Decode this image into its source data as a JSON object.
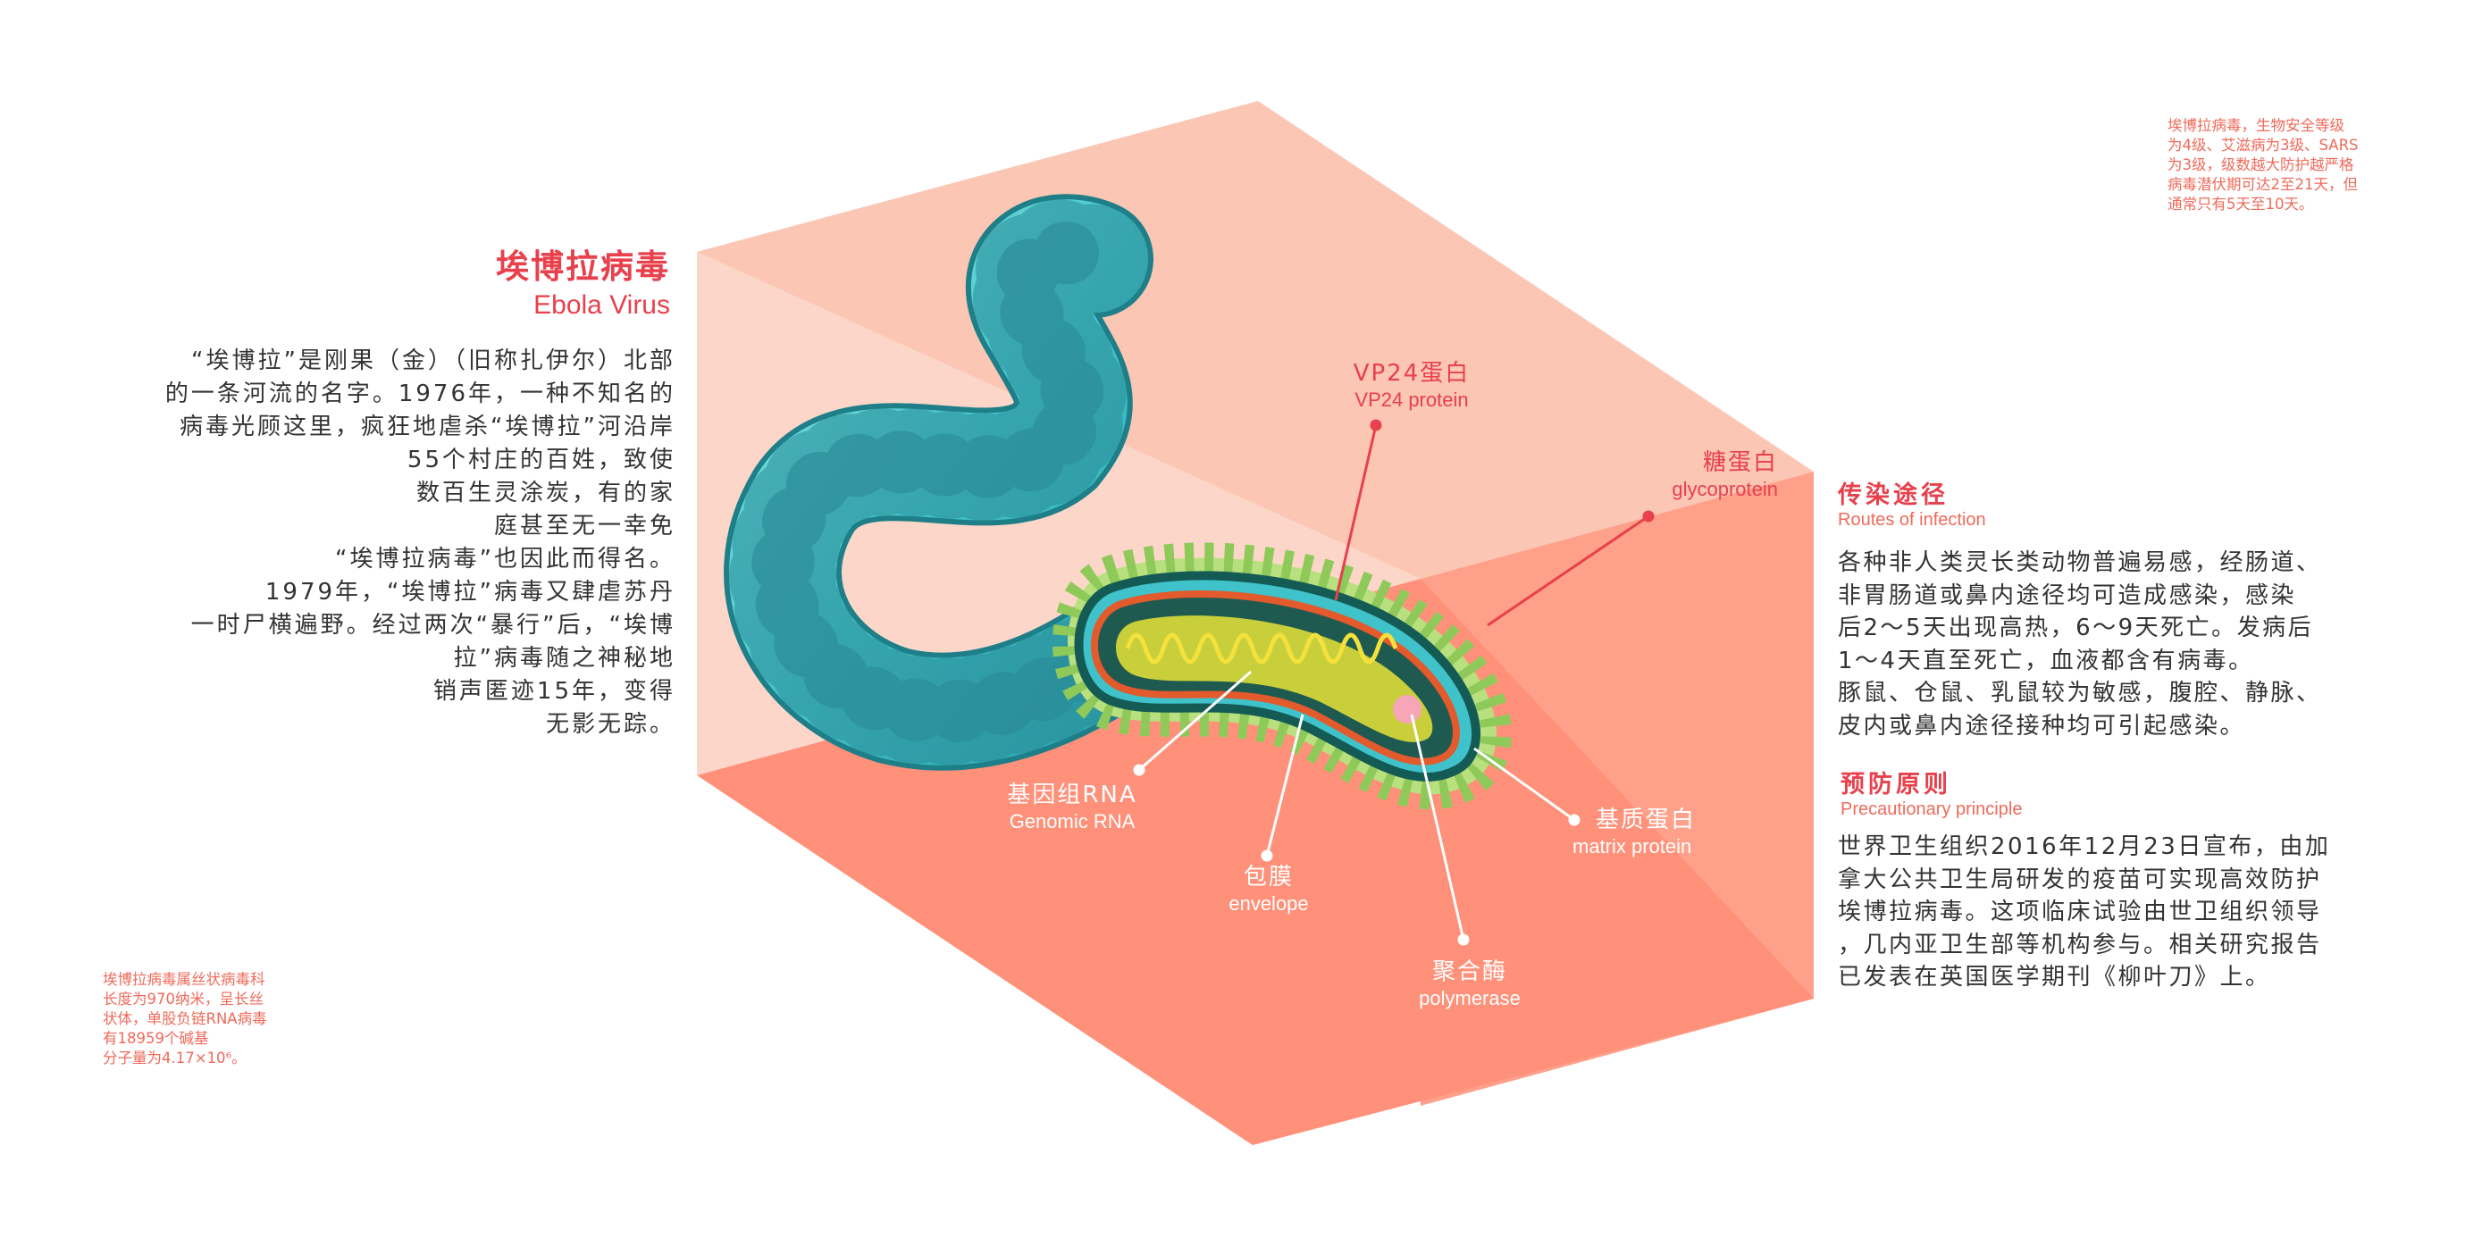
{
  "title": {
    "cn": "埃博拉病毒",
    "en": "Ebola Virus"
  },
  "intro_lines": [
    "“埃博拉”是刚果（金）（旧称扎伊尔）北部",
    "的一条河流的名字。1976年，一种不知名的",
    "病毒光顾这里，疯狂地虐杀“埃博拉”河沿岸",
    "55个村庄的百姓，致使",
    "数百生灵涂炭，有的家",
    "庭甚至无一幸免",
    "“埃博拉病毒”也因此而得名。",
    "1979年，“埃博拉”病毒又肆虐苏丹",
    "一时尸横遍野。经过两次“暴行”后，“埃博",
    "拉”病毒随之神秘地",
    "销声匿迹15年，变得",
    "无影无踪。"
  ],
  "note_top_lines": [
    "埃博拉病毒，生物安全等级",
    "为4级、艾滋病为3级、SARS",
    "为3级，级数越大防护越严格",
    "病毒潜伏期可达2至21天，但",
    "通常只有5天至10天。"
  ],
  "note_bottom_lines": [
    "埃博拉病毒属丝状病毒科",
    "长度为970纳米，呈长丝",
    "状体，单股负链RNA病毒",
    "有18959个碱基",
    "分子量为4.17×10⁶。"
  ],
  "labels": {
    "vp24": {
      "cn": "VP24蛋白",
      "en": "VP24 protein"
    },
    "glycoprotein": {
      "cn": "糖蛋白",
      "en": "glycoprotein"
    },
    "genomic_rna": {
      "cn": "基因组RNA",
      "en": "Genomic RNA"
    },
    "envelope": {
      "cn": "包膜",
      "en": "envelope"
    },
    "polymerase": {
      "cn": "聚合酶",
      "en": "polymerase"
    },
    "matrix_protein": {
      "cn": "基质蛋白",
      "en": "matrix protein"
    }
  },
  "routes": {
    "title_cn": "传染途径",
    "title_en": "Routes of infection",
    "lines": [
      "各种非人类灵长类动物普遍易感，经肠道、",
      "非胃肠道或鼻内途径均可造成感染，感染",
      "后2～5天出现高热，6～9天死亡。发病后",
      "1～4天直至死亡，血液都含有病毒。",
      "豚鼠、仓鼠、乳鼠较为敏感，腹腔、静脉、",
      "皮内或鼻内途径接种均可引起感染。"
    ]
  },
  "prevention": {
    "title_cn": "预防原则",
    "title_en": "Precautionary principle",
    "lines": [
      "世界卫生组织2016年12月23日宣布，由加",
      "拿大公共卫生局研发的疫苗可实现高效防护",
      "埃博拉病毒。这项临床试验由世卫组织领导",
      "，几内亚卫生部等机构参与。相关研究报告",
      "已发表在英国医学期刊《柳叶刀》上。"
    ]
  },
  "colors": {
    "accent": "#e8404c",
    "cube_top": "#fbc3b0",
    "cube_left": "#fcd5c7",
    "cube_right": "#ffa48f",
    "cube_bottom": "#ff8f78",
    "virus_body": "#4ccbd0",
    "virus_spikes": "#2a8a96",
    "capsule_outer": "#9bd36a",
    "capsule_core": "#1f5a50",
    "rna_coil": "#f2e040"
  }
}
